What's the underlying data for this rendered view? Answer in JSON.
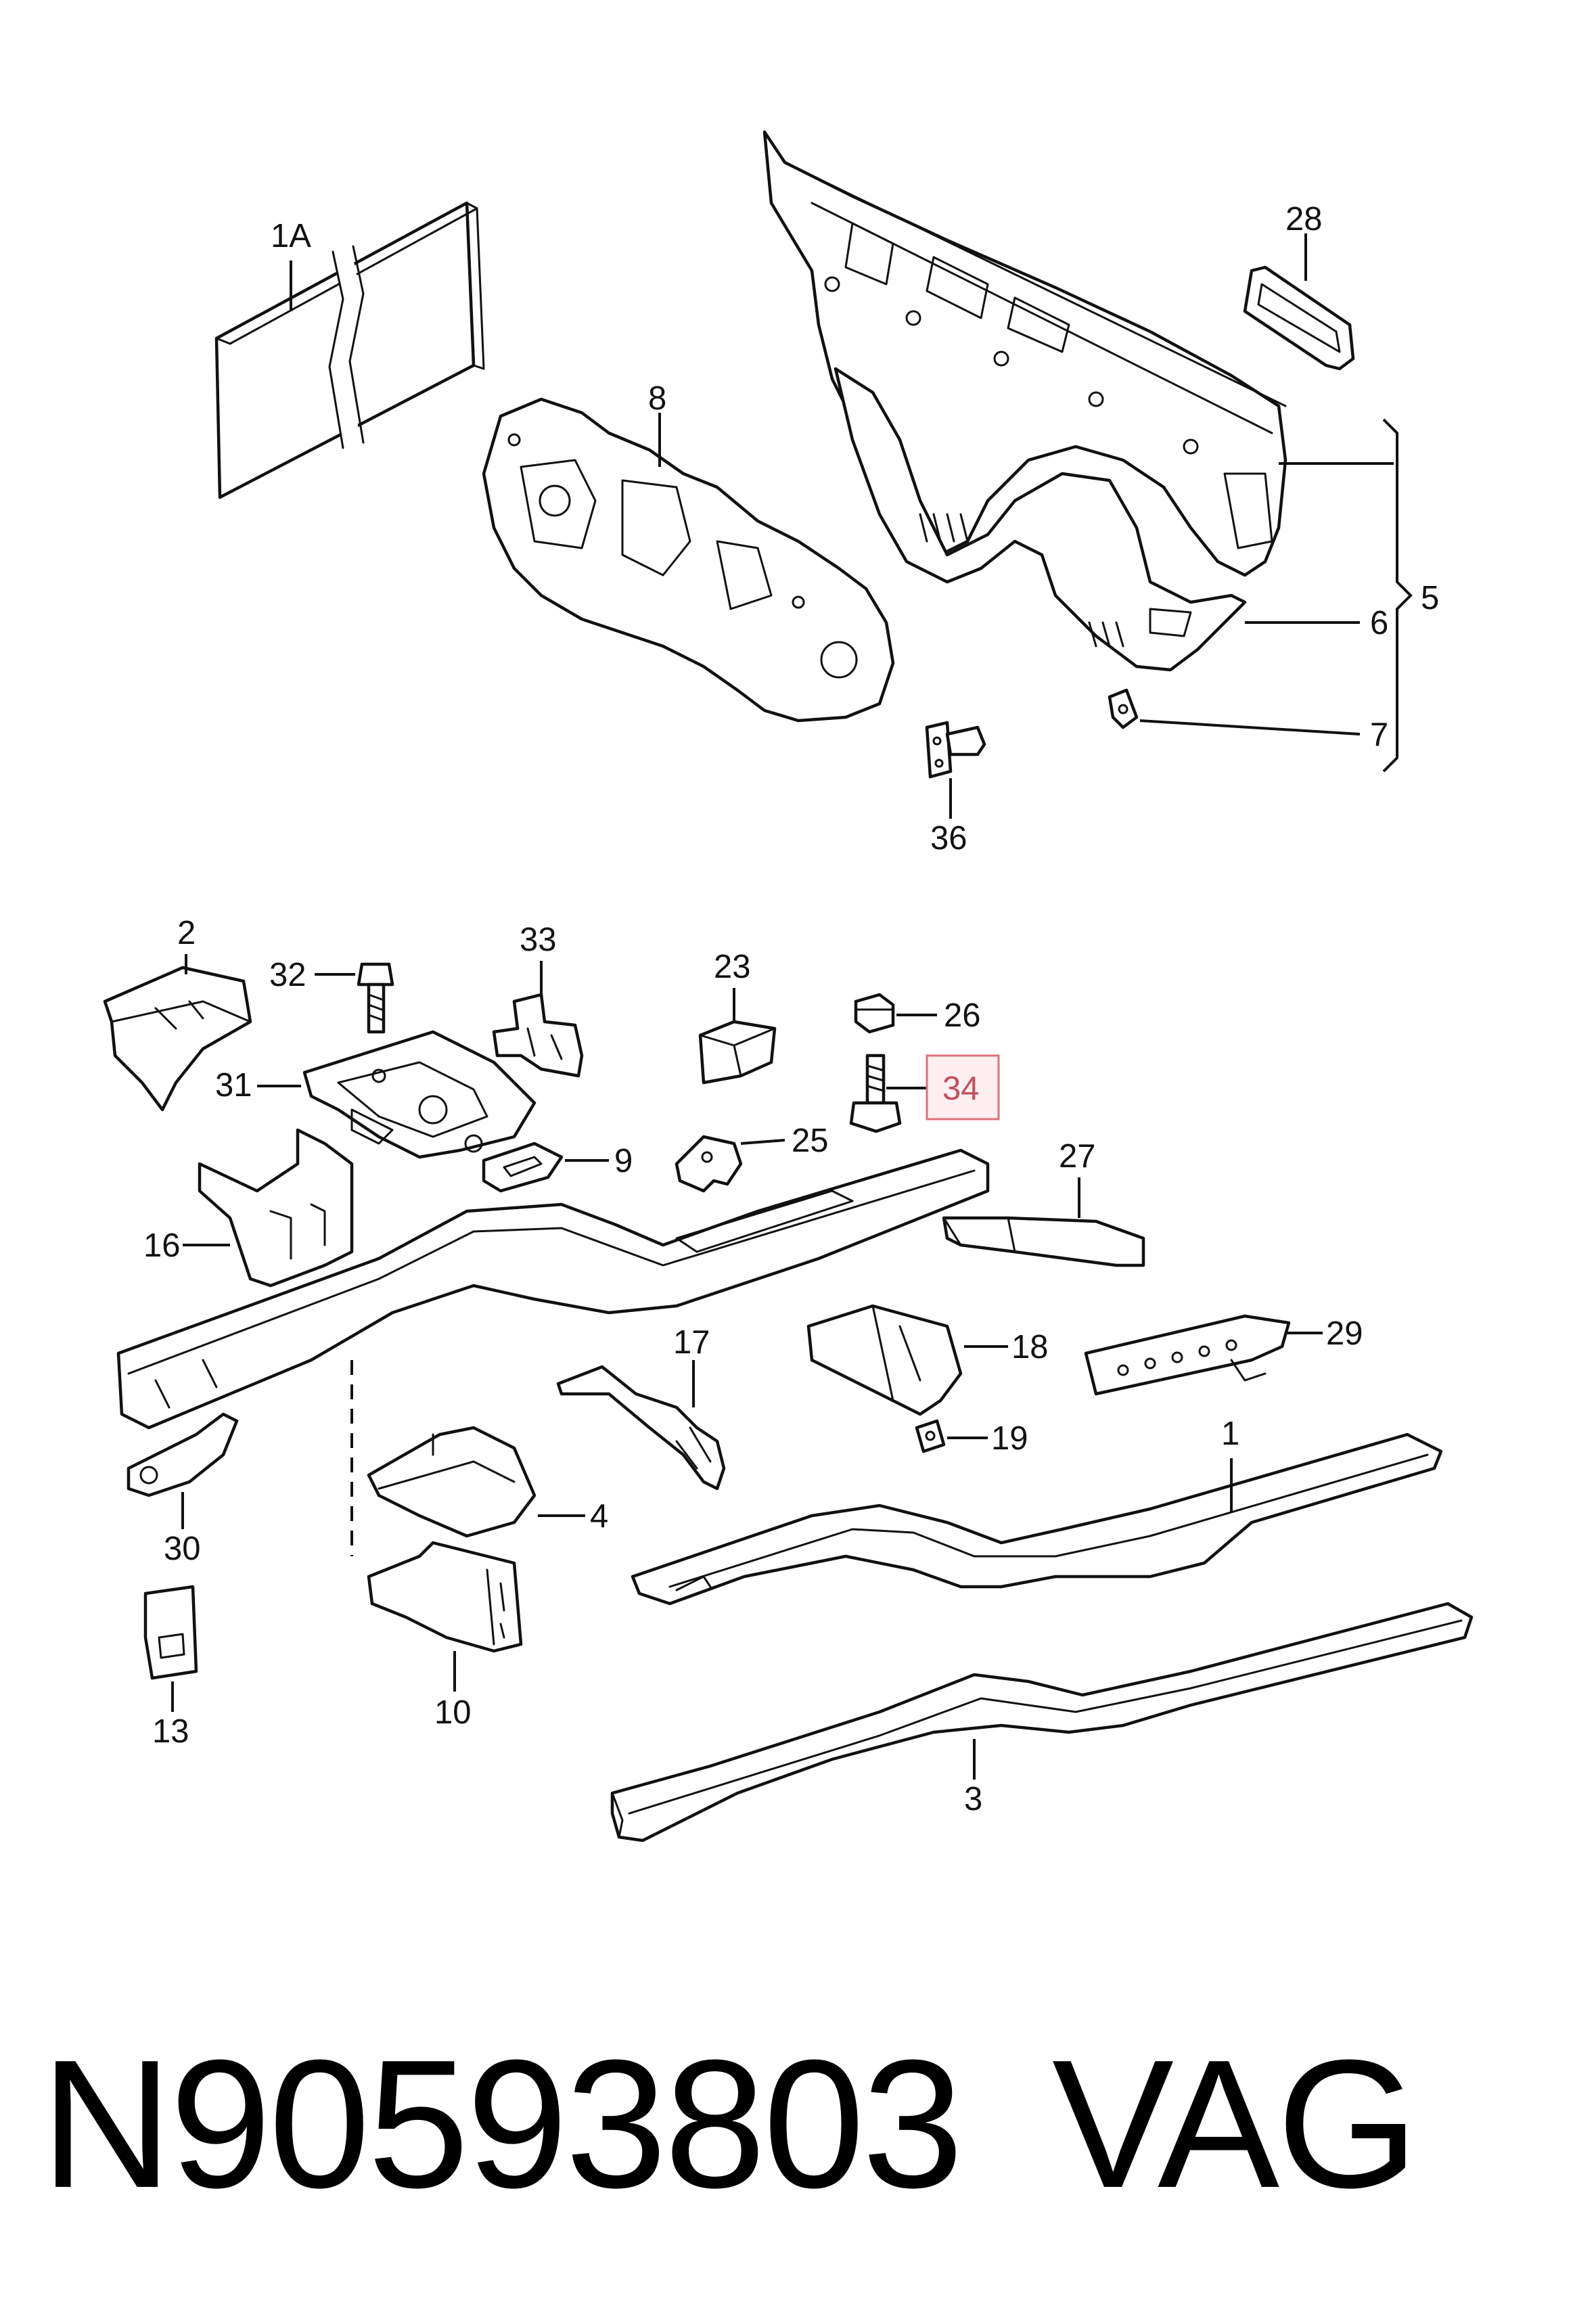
{
  "callouts": {
    "c1A": "1A",
    "c28": "28",
    "c8": "8",
    "c5": "5",
    "c6": "6",
    "c7": "7",
    "c36": "36",
    "c2": "2",
    "c32": "32",
    "c33": "33",
    "c23": "23",
    "c26": "26",
    "c34": "34",
    "c31": "31",
    "c9": "9",
    "c25": "25",
    "c27": "27",
    "c16": "16",
    "c17": "17",
    "c18": "18",
    "c29": "29",
    "c19": "19",
    "c1": "1",
    "c4": "4",
    "c30": "30",
    "c10": "10",
    "c13": "13",
    "c3": "3"
  },
  "highlighted_callout": "34",
  "colors": {
    "highlight_fill": "#fdeef0",
    "highlight_stroke": "#e0707c",
    "line": "#111111"
  },
  "footer": {
    "part_number": "N90593803",
    "brand": "VAG"
  }
}
